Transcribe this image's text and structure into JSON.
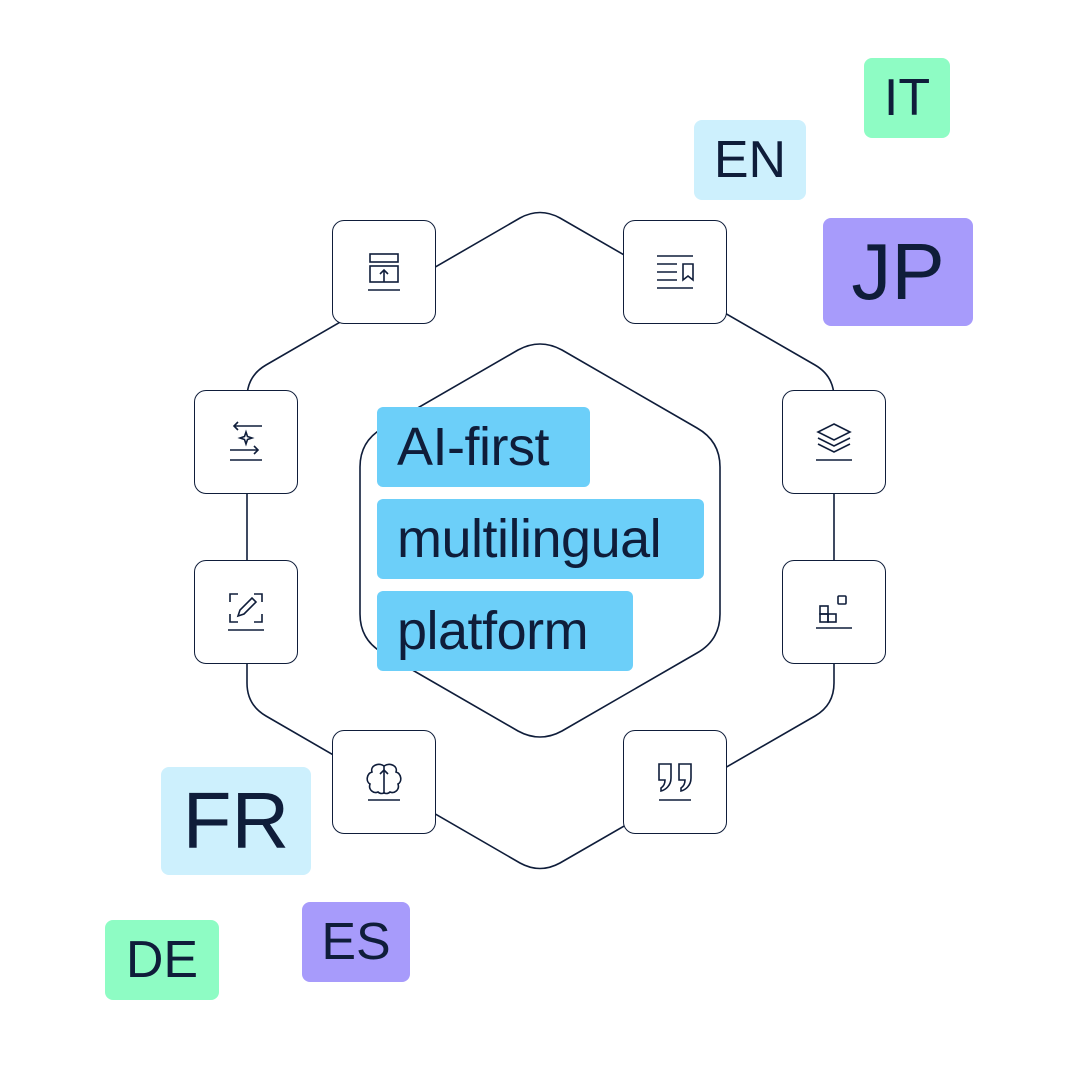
{
  "headline": {
    "line1": "AI-first",
    "line2": "multilingual",
    "line3": "platform"
  },
  "language_tags": [
    {
      "label": "IT",
      "color": "green"
    },
    {
      "label": "EN",
      "color": "lightblue"
    },
    {
      "label": "JP",
      "color": "purple"
    },
    {
      "label": "FR",
      "color": "lightblue"
    },
    {
      "label": "DE",
      "color": "green"
    },
    {
      "label": "ES",
      "color": "purple"
    }
  ],
  "nodes": [
    {
      "icon": "layout-upload-icon"
    },
    {
      "icon": "book-bookmark-icon"
    },
    {
      "icon": "swap-sparkle-icon"
    },
    {
      "icon": "layers-icon"
    },
    {
      "icon": "edit-frame-icon"
    },
    {
      "icon": "blocks-icon"
    },
    {
      "icon": "brain-icon"
    },
    {
      "icon": "quote-icon"
    }
  ],
  "colors": {
    "stroke": "#0f1d3a",
    "highlight": "#6ccff9",
    "green": "#8efcc4",
    "lightblue": "#cdf0fd",
    "purple": "#a79bfb"
  }
}
